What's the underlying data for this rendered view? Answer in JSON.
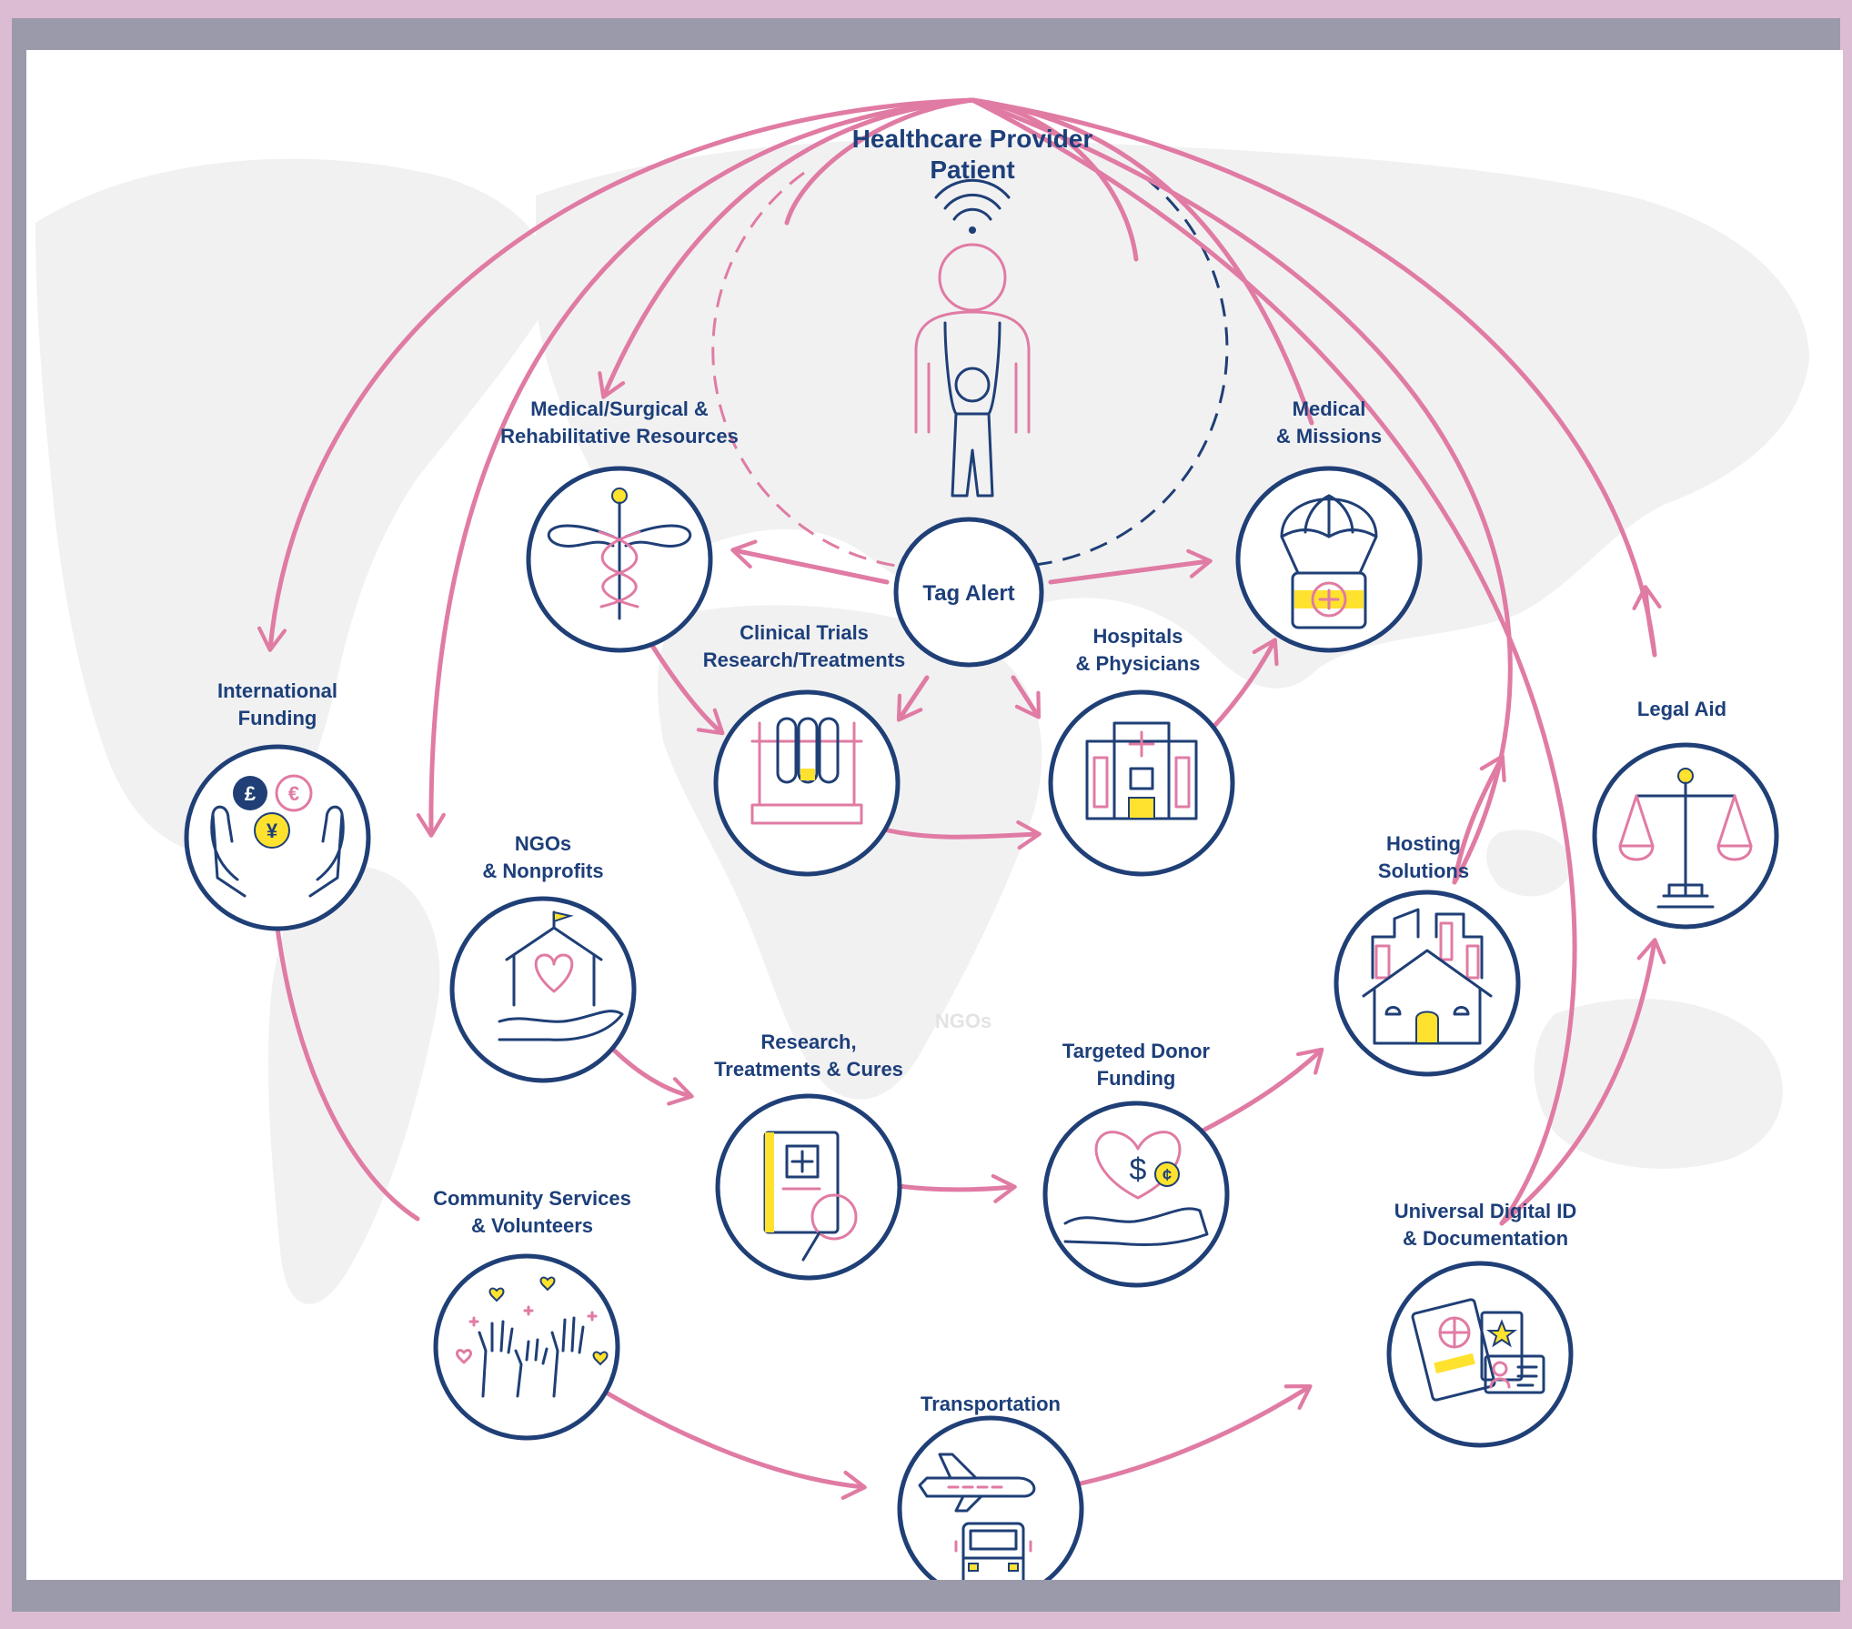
{
  "colors": {
    "pink": "#e07ba4",
    "navy": "#1f3f76",
    "yellow": "#ffe22e",
    "frame": "#9b9aab",
    "outer": "#dcbcd3"
  },
  "center": {
    "title_line1": "Healthcare Provider",
    "title_line2": "Patient"
  },
  "tag_alert": "Tag Alert",
  "ghost_text": "NGOs",
  "nodes": {
    "medical_surgical": {
      "line1": "Medical/Surgical &",
      "line2": "Rehabilitative Resources",
      "icon": "caduceus-icon"
    },
    "medical_missions": {
      "line1": "Medical",
      "line2": "& Missions",
      "icon": "parachute-medkit-icon"
    },
    "clinical_trials": {
      "line1": "Clinical Trials",
      "line2": "Research/Treatments",
      "icon": "test-tubes-icon"
    },
    "hospitals": {
      "line1": "Hospitals",
      "line2": "& Physicians",
      "icon": "hospital-building-icon"
    },
    "international_funding": {
      "line1": "International",
      "line2": "Funding",
      "icon": "hands-currency-icon"
    },
    "ngos": {
      "line1": "NGOs",
      "line2": "& Nonprofits",
      "icon": "house-heart-hand-icon"
    },
    "hosting": {
      "line1": "Hosting",
      "line2": "Solutions",
      "icon": "city-house-icon"
    },
    "legal_aid": {
      "line1": "Legal Aid",
      "icon": "scales-icon"
    },
    "research": {
      "line1": "Research,",
      "line2": "Treatments & Cures",
      "icon": "document-magnifier-icon"
    },
    "donor_funding": {
      "line1": "Targeted Donor",
      "line2": "Funding",
      "icon": "heart-money-hand-icon"
    },
    "community": {
      "line1": "Community Services",
      "line2": "& Volunteers",
      "icon": "raised-hands-icon"
    },
    "digital_id": {
      "line1": "Universal Digital ID",
      "line2": "& Documentation",
      "icon": "passport-id-icon"
    },
    "transportation": {
      "line1": "Transportation",
      "icon": "plane-bus-icon"
    }
  },
  "currency_symbols": [
    "£",
    "€",
    "¥"
  ],
  "money_symbol": "$",
  "coin_symbol": "¢"
}
